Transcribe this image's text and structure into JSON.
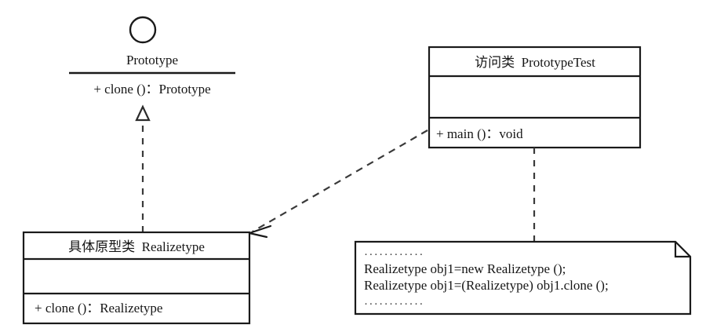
{
  "diagram": {
    "type": "uml-class-diagram",
    "title": "Prototype Pattern Class Diagram",
    "stroke_color": "#1a1a1a",
    "background_color": "#ffffff"
  },
  "interface": {
    "stereotype_icon": "interface-circle-icon",
    "name": "Prototype",
    "methods": [
      "+ clone ()：Prototype"
    ]
  },
  "classes": [
    {
      "id": "realizetype",
      "title": "具体原型类  Realizetype",
      "attributes": [],
      "methods": [
        "+ clone ()：Realizetype"
      ]
    },
    {
      "id": "prototypetest",
      "title": "访问类  PrototypeTest",
      "attributes": [],
      "methods": [
        "+ main ()：void"
      ]
    }
  ],
  "note": {
    "dots_top": "············",
    "lines": [
      "Realizetype obj1=new Realizetype ();",
      "Realizetype obj1=(Realizetype) obj1.clone ();"
    ],
    "dots_bottom": "············"
  },
  "relations": [
    {
      "id": "realization",
      "kind": "realization",
      "from": "realizetype",
      "to": "interface-prototype",
      "line_style": "dashed",
      "arrow_head": "hollow-triangle"
    },
    {
      "id": "dependency",
      "kind": "dependency",
      "from": "prototypetest",
      "to": "realizetype",
      "line_style": "dashed",
      "arrow_head": "open-arrow"
    },
    {
      "id": "note-anchor",
      "kind": "note-link",
      "from": "prototypetest",
      "to": "note",
      "line_style": "dashed",
      "arrow_head": "none"
    }
  ]
}
